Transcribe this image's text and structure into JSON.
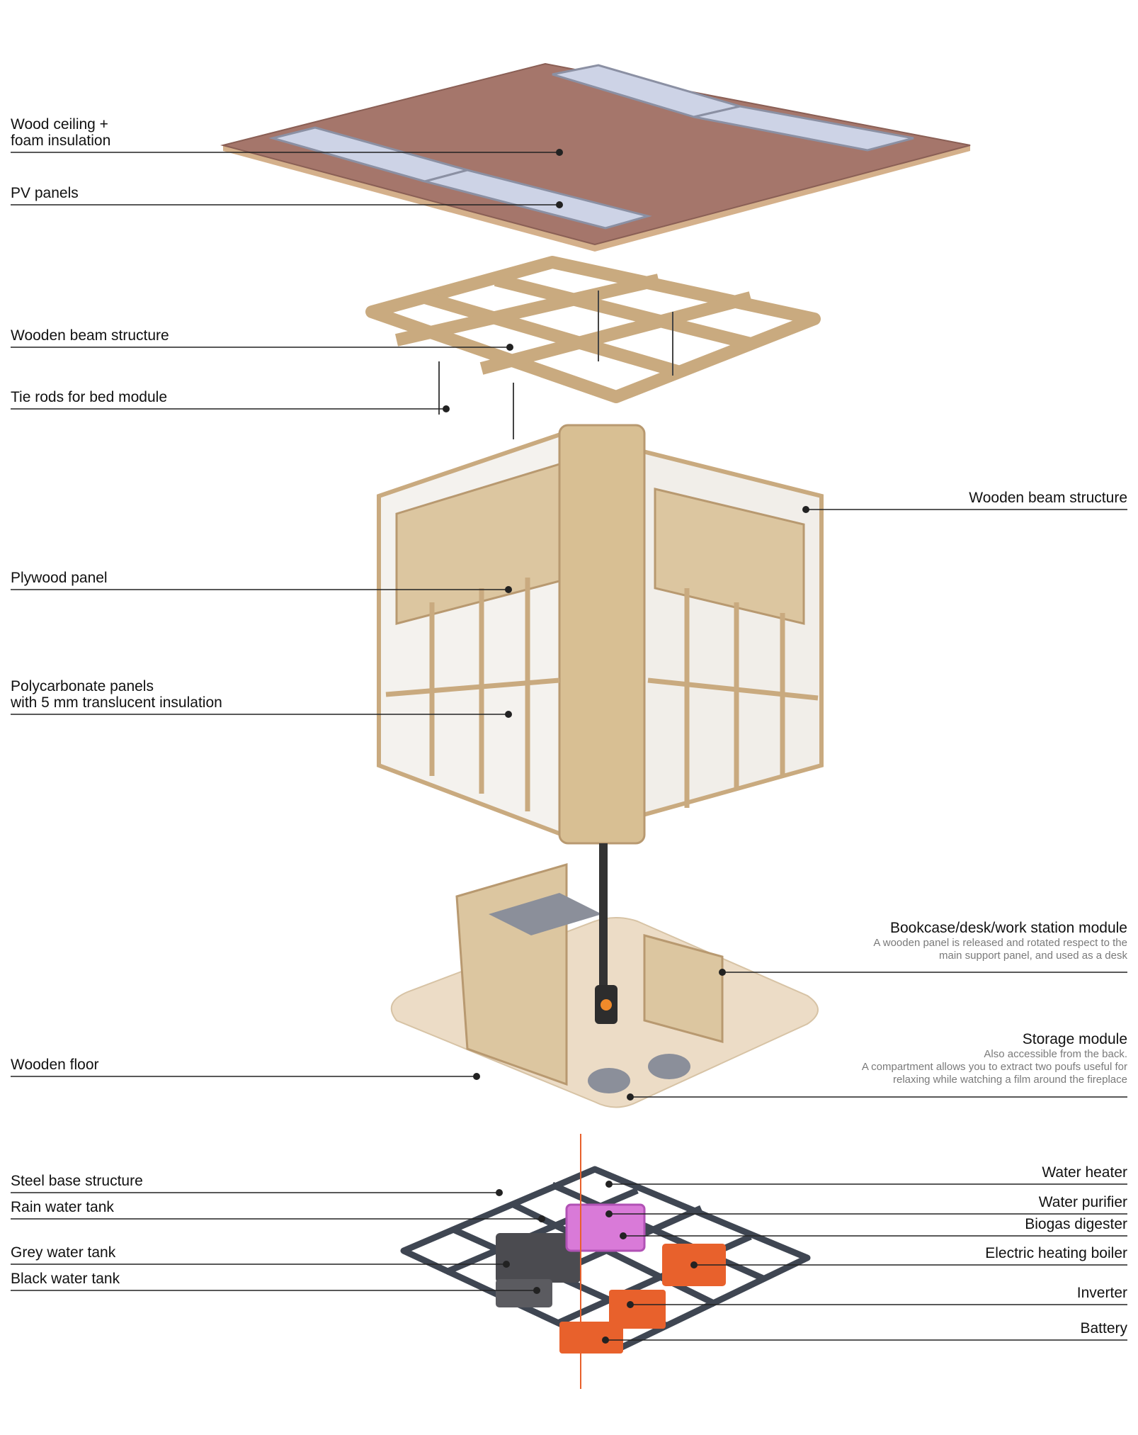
{
  "colors": {
    "line": "#222222",
    "wood": "#d9c19a",
    "wood_dark": "#b89970",
    "ceiling": "#a5766b",
    "pv": "#cdd3e6",
    "glass": "#f4f2ee",
    "steel": "#3f4652",
    "tank_grey": "#4b4b50",
    "purifier": "#d97ad8",
    "orange": "#e8612c",
    "floor": "#ecdcc6",
    "pouf": "#8b8f9a"
  },
  "labels_left": {
    "ceiling": "Wood ceiling +\nfoam insulation",
    "pv": "PV panels",
    "beam_top": "Wooden beam structure",
    "tie_rods": "Tie rods for bed module",
    "plywood": "Plywood panel",
    "polycarbonate": "Polycarbonate panels\nwith 5 mm translucent insulation",
    "floor": "Wooden floor",
    "steel_base": "Steel base structure",
    "rain_tank": "Rain water tank",
    "grey_tank": "Grey water tank",
    "black_tank": "Black water tank"
  },
  "labels_right": {
    "beam_side": "Wooden beam structure",
    "bookcase_title": "Bookcase/desk/work station module",
    "bookcase_desc": "A wooden panel is released and rotated respect to the\nmain support panel, and used as a desk",
    "storage_title": "Storage module",
    "storage_desc": "Also accessible from the back.\nA compartment allows you to extract two poufs useful for\nrelaxing while watching a film around the fireplace",
    "water_heater": "Water heater",
    "water_purifier": "Water purifier",
    "biogas": "Biogas digester",
    "boiler": "Electric heating boiler",
    "inverter": "Inverter",
    "battery": "Battery"
  }
}
